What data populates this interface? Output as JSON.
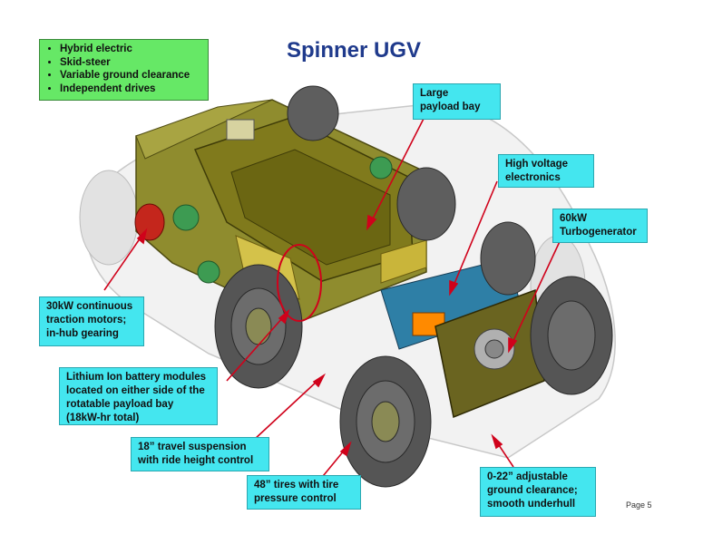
{
  "title": "Spinner UGV",
  "features": [
    "Hybrid electric",
    "Skid-steer",
    "Variable ground clearance",
    "Independent drives"
  ],
  "callouts": {
    "payload": "Large\npayload bay",
    "hv": "High voltage\nelectronics",
    "turbo": "60kW\nTurbogenerator",
    "motors": "30kW continuous\ntraction motors;\nin-hub gearing",
    "battery": "Lithium Ion battery modules\nlocated on either side of the\nrotatable payload bay\n(18kW-hr total)",
    "suspension": "18” travel suspension\nwith ride height control",
    "tires": "48” tires with tire\npressure control",
    "clearance": "0-22” adjustable\nground clearance;\nsmooth underhull"
  },
  "page_label": "Page 5",
  "colors": {
    "title": "#1f3a8c",
    "features_bg": "#66e866",
    "callout_bg": "#44e6ef",
    "arrow": "#d0021b"
  }
}
